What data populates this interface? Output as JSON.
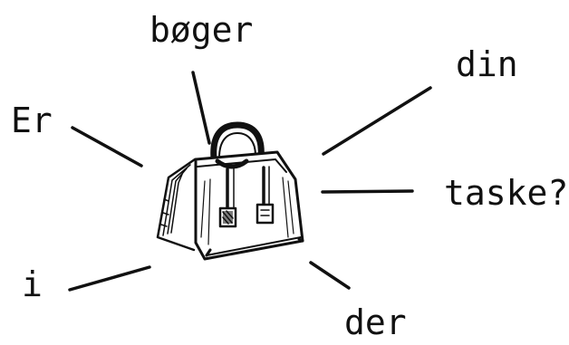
{
  "words": {
    "top": "bøger",
    "top_right": "din",
    "left": "Er",
    "right": "taske?",
    "bottom_left": "i",
    "bottom_right": "der"
  },
  "illustration": {
    "subject": "bag-icon",
    "line_color": "#111111"
  }
}
